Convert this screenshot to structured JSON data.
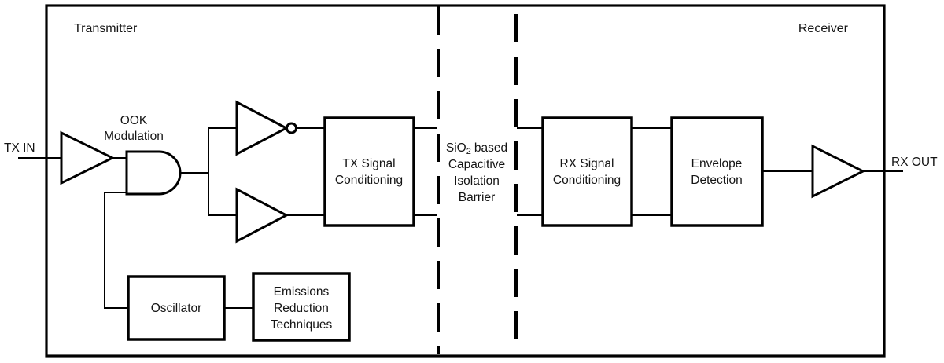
{
  "diagram": {
    "regions": {
      "transmitter": "Transmitter",
      "receiver": "Receiver"
    },
    "ports": {
      "tx_in": "TX IN",
      "rx_out": "RX OUT"
    },
    "ook_modulation": {
      "line1": "OOK",
      "line2": "Modulation"
    },
    "blocks": {
      "tx_signal_conditioning": {
        "line1": "TX Signal",
        "line2": "Conditioning"
      },
      "rx_signal_conditioning": {
        "line1": "RX Signal",
        "line2": "Conditioning"
      },
      "envelope_detection": {
        "line1": "Envelope",
        "line2": "Detection"
      },
      "oscillator": {
        "line1": "Oscillator"
      },
      "emissions_reduction": {
        "line1": "Emissions",
        "line2": "Reduction",
        "line3": "Techniques"
      }
    },
    "barrier": {
      "sio2_prefix": "SiO",
      "sio2_subscript": "2",
      "sio2_suffix": "based",
      "line2": "Capacitive",
      "line3": "Isolation",
      "line4": "Barrier"
    },
    "colors": {
      "stroke": "#000000",
      "text": "#141414",
      "background": "#ffffff"
    }
  }
}
